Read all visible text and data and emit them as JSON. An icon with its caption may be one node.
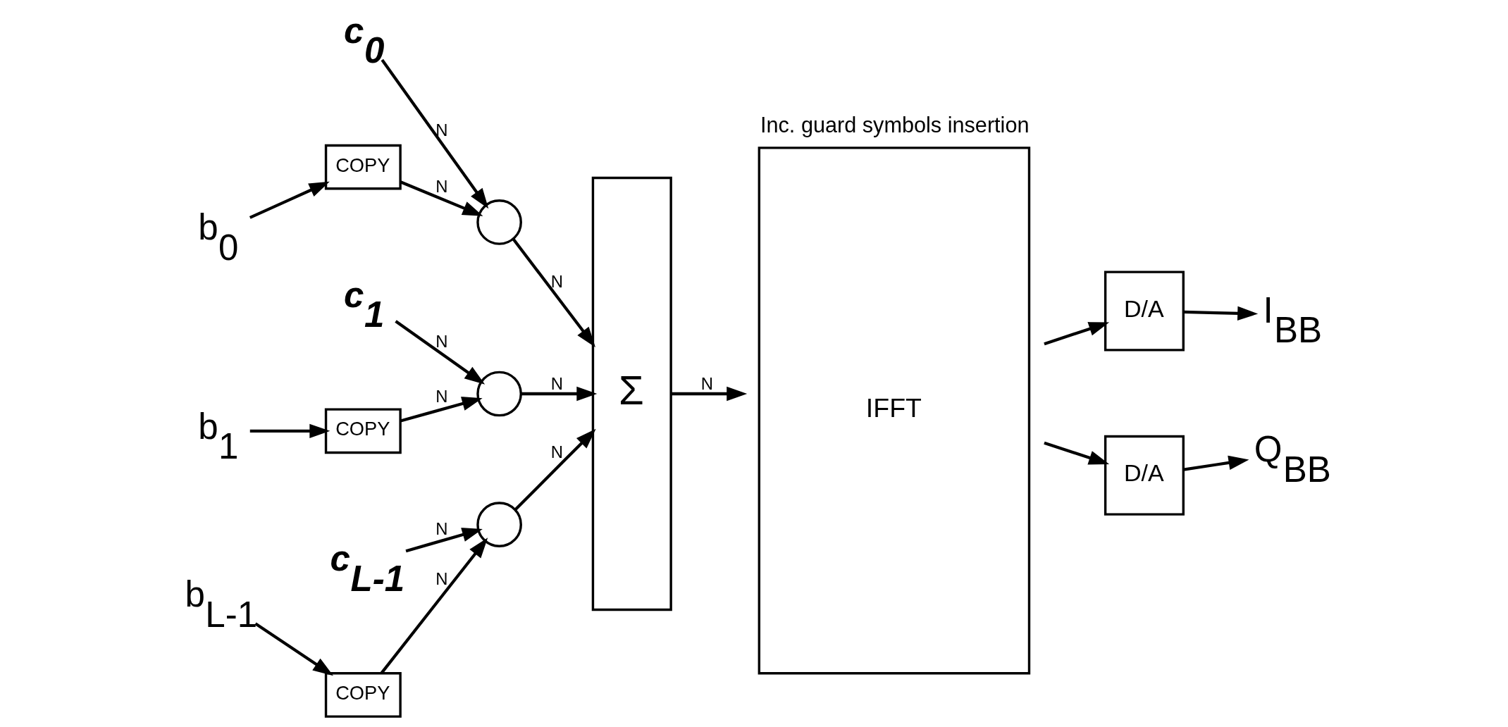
{
  "diagram": {
    "nodes": [
      {
        "text": [
          "b$_{0}$"
        ]
      },
      {
        "text": [
          "b$_{1}$"
        ]
      },
      {
        "text": [
          "b$_{L-1}$"
        ]
      },
      {
        "text": [
          "COPY"
        ]
      },
      {
        "text": [
          "COPY"
        ]
      },
      {
        "text": [
          "COPY"
        ]
      },
      {
        "text": [],
        "shape": "circle"
      },
      {
        "text": [],
        "shape": "circle"
      },
      {
        "text": [],
        "shape": "circle"
      },
      {
        "text": [
          "c$_{0}$"
        ]
      },
      {
        "text": [
          "c$_{1}$"
        ]
      },
      {
        "text": [
          "c$_{L-1}$"
        ]
      },
      {
        "text": [
          "Σ"
        ]
      },
      {
        "text": [
          "IFFT"
        ],
        "beside": [
          "Inc. guard symbols insertion"
        ]
      },
      {
        "text": [
          "D/A"
        ]
      },
      {
        "text": [
          "D/A"
        ]
      },
      {
        "text": [
          "I$_{BB}$"
        ]
      },
      {
        "text": [
          "Q$_{BB}$"
        ]
      }
    ],
    "edges": [
      {
        "from": 0,
        "to": 3,
        "arrow": "to"
      },
      {
        "from": 3,
        "to": 6,
        "arrow": "to",
        "label": "N"
      },
      {
        "from": 9,
        "to": 6,
        "arrow": "to",
        "label": "N"
      },
      {
        "from": 6,
        "to": 12,
        "arrow": "to",
        "label": "N"
      },
      {
        "from": 1,
        "to": 4,
        "arrow": "to"
      },
      {
        "from": 4,
        "to": 7,
        "arrow": "to",
        "label": "N"
      },
      {
        "from": 10,
        "to": 7,
        "arrow": "to",
        "label": "N"
      },
      {
        "from": 7,
        "to": 12,
        "arrow": "to",
        "label": "N"
      },
      {
        "from": 2,
        "to": 5,
        "arrow": "to"
      },
      {
        "from": 5,
        "to": 8,
        "arrow": "to",
        "label": "N"
      },
      {
        "from": 11,
        "to": 8,
        "arrow": "to",
        "label": "N"
      },
      {
        "from": 8,
        "to": 12,
        "arrow": "to",
        "label": "N"
      },
      {
        "from": 12,
        "to": 13,
        "arrow": "to",
        "label": "N"
      },
      {
        "from": 13,
        "to": 14,
        "arrow": "to"
      },
      {
        "from": 13,
        "to": 15,
        "arrow": "to"
      },
      {
        "from": 14,
        "to": 16,
        "arrow": "to"
      },
      {
        "from": 15,
        "to": 17,
        "arrow": "to"
      }
    ]
  }
}
